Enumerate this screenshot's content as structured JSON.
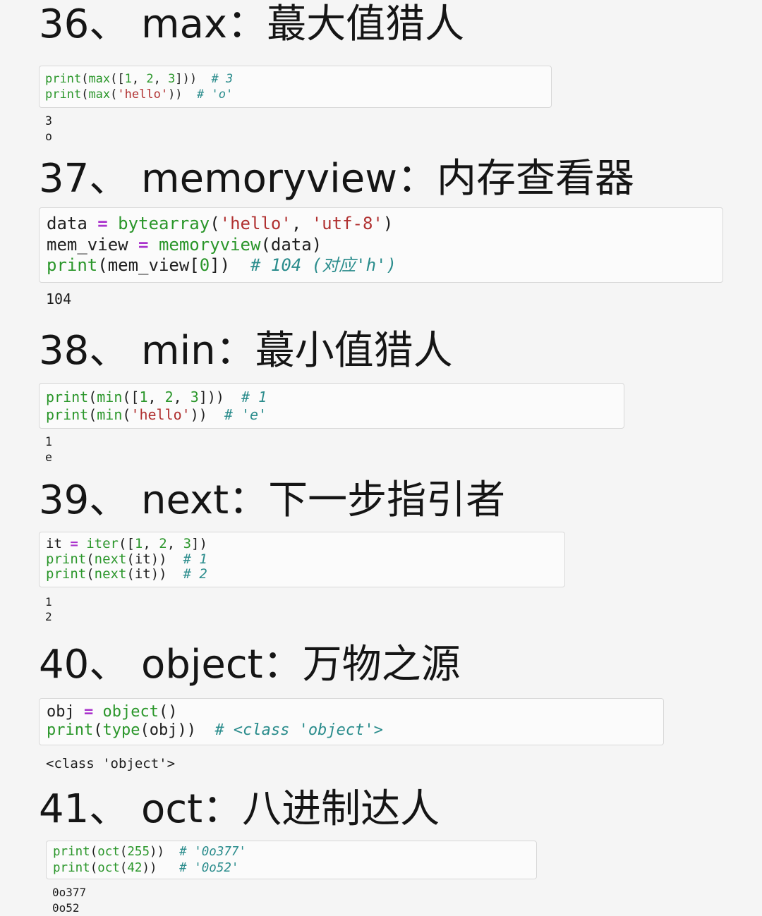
{
  "page": {
    "description": "Python built-in functions tutorial, items 36-41, Jupyter-style code cells with outputs"
  },
  "colors": {
    "heading": "#151515",
    "output": "#1b1b1b",
    "code_bg": "#fbfbfb",
    "code_border": "#d8d8d8",
    "fn": "#2a962a",
    "num": "#2a962a",
    "op": "#aa33cc",
    "str": "#b03030",
    "cm": "#2a8c8c",
    "pl": "#1f1f1f"
  },
  "sections": [
    {
      "number": "36",
      "function": "max",
      "heading": "36、 max：蕞大值猎人",
      "code": [
        [
          {
            "t": "print",
            "c": "fn"
          },
          {
            "t": "(",
            "c": "pl"
          },
          {
            "t": "max",
            "c": "fn"
          },
          {
            "t": "([",
            "c": "pl"
          },
          {
            "t": "1",
            "c": "num"
          },
          {
            "t": ", ",
            "c": "pl"
          },
          {
            "t": "2",
            "c": "num"
          },
          {
            "t": ", ",
            "c": "pl"
          },
          {
            "t": "3",
            "c": "num"
          },
          {
            "t": "]))",
            "c": "pl"
          },
          {
            "t": "  # 3",
            "c": "cm"
          }
        ],
        [
          {
            "t": "print",
            "c": "fn"
          },
          {
            "t": "(",
            "c": "pl"
          },
          {
            "t": "max",
            "c": "fn"
          },
          {
            "t": "(",
            "c": "pl"
          },
          {
            "t": "'hello'",
            "c": "str"
          },
          {
            "t": "))",
            "c": "pl"
          },
          {
            "t": "  # 'o'",
            "c": "cm"
          }
        ]
      ],
      "output": [
        "3",
        "o"
      ]
    },
    {
      "number": "37",
      "function": "memoryview",
      "heading": "37、 memoryview：内存查看器",
      "code": [
        [
          {
            "t": "data ",
            "c": "pl"
          },
          {
            "t": "=",
            "c": "op"
          },
          {
            "t": " ",
            "c": "pl"
          },
          {
            "t": "bytearray",
            "c": "fn"
          },
          {
            "t": "(",
            "c": "pl"
          },
          {
            "t": "'hello'",
            "c": "str"
          },
          {
            "t": ", ",
            "c": "pl"
          },
          {
            "t": "'utf-8'",
            "c": "str"
          },
          {
            "t": ")",
            "c": "pl"
          }
        ],
        [
          {
            "t": "mem_view ",
            "c": "pl"
          },
          {
            "t": "=",
            "c": "op"
          },
          {
            "t": " ",
            "c": "pl"
          },
          {
            "t": "memoryview",
            "c": "fn"
          },
          {
            "t": "(data)",
            "c": "pl"
          }
        ],
        [
          {
            "t": "print",
            "c": "fn"
          },
          {
            "t": "(mem_view[",
            "c": "pl"
          },
          {
            "t": "0",
            "c": "num"
          },
          {
            "t": "])",
            "c": "pl"
          },
          {
            "t": "  # 104 (对应'h')",
            "c": "cm"
          }
        ]
      ],
      "output": [
        "104"
      ]
    },
    {
      "number": "38",
      "function": "min",
      "heading": "38、 min：蕞小值猎人",
      "code": [
        [
          {
            "t": "print",
            "c": "fn"
          },
          {
            "t": "(",
            "c": "pl"
          },
          {
            "t": "min",
            "c": "fn"
          },
          {
            "t": "([",
            "c": "pl"
          },
          {
            "t": "1",
            "c": "num"
          },
          {
            "t": ", ",
            "c": "pl"
          },
          {
            "t": "2",
            "c": "num"
          },
          {
            "t": ", ",
            "c": "pl"
          },
          {
            "t": "3",
            "c": "num"
          },
          {
            "t": "]))",
            "c": "pl"
          },
          {
            "t": "  # 1",
            "c": "cm"
          }
        ],
        [
          {
            "t": "print",
            "c": "fn"
          },
          {
            "t": "(",
            "c": "pl"
          },
          {
            "t": "min",
            "c": "fn"
          },
          {
            "t": "(",
            "c": "pl"
          },
          {
            "t": "'hello'",
            "c": "str"
          },
          {
            "t": "))",
            "c": "pl"
          },
          {
            "t": "  # 'e'",
            "c": "cm"
          }
        ]
      ],
      "output": [
        "1",
        "e"
      ]
    },
    {
      "number": "39",
      "function": "next",
      "heading": "39、 next：下一步指引者",
      "code": [
        [
          {
            "t": "it ",
            "c": "pl"
          },
          {
            "t": "=",
            "c": "op"
          },
          {
            "t": " ",
            "c": "pl"
          },
          {
            "t": "iter",
            "c": "fn"
          },
          {
            "t": "([",
            "c": "pl"
          },
          {
            "t": "1",
            "c": "num"
          },
          {
            "t": ", ",
            "c": "pl"
          },
          {
            "t": "2",
            "c": "num"
          },
          {
            "t": ", ",
            "c": "pl"
          },
          {
            "t": "3",
            "c": "num"
          },
          {
            "t": "])",
            "c": "pl"
          }
        ],
        [
          {
            "t": "print",
            "c": "fn"
          },
          {
            "t": "(",
            "c": "pl"
          },
          {
            "t": "next",
            "c": "fn"
          },
          {
            "t": "(it))",
            "c": "pl"
          },
          {
            "t": "  # 1",
            "c": "cm"
          }
        ],
        [
          {
            "t": "print",
            "c": "fn"
          },
          {
            "t": "(",
            "c": "pl"
          },
          {
            "t": "next",
            "c": "fn"
          },
          {
            "t": "(it))",
            "c": "pl"
          },
          {
            "t": "  # 2",
            "c": "cm"
          }
        ]
      ],
      "output": [
        "1",
        "2"
      ]
    },
    {
      "number": "40",
      "function": "object",
      "heading": "40、 object：万物之源",
      "code": [
        [
          {
            "t": "obj ",
            "c": "pl"
          },
          {
            "t": "=",
            "c": "op"
          },
          {
            "t": " ",
            "c": "pl"
          },
          {
            "t": "object",
            "c": "fn"
          },
          {
            "t": "()",
            "c": "pl"
          }
        ],
        [
          {
            "t": "print",
            "c": "fn"
          },
          {
            "t": "(",
            "c": "pl"
          },
          {
            "t": "type",
            "c": "fn"
          },
          {
            "t": "(obj))",
            "c": "pl"
          },
          {
            "t": "  # <class 'object'>",
            "c": "cm"
          }
        ]
      ],
      "output": [
        "<class 'object'>"
      ]
    },
    {
      "number": "41",
      "function": "oct",
      "heading": "41、 oct：八进制达人",
      "code": [
        [
          {
            "t": "print",
            "c": "fn"
          },
          {
            "t": "(",
            "c": "pl"
          },
          {
            "t": "oct",
            "c": "fn"
          },
          {
            "t": "(",
            "c": "pl"
          },
          {
            "t": "255",
            "c": "num"
          },
          {
            "t": "))",
            "c": "pl"
          },
          {
            "t": "  # '0o377'",
            "c": "cm"
          }
        ],
        [
          {
            "t": "print",
            "c": "fn"
          },
          {
            "t": "(",
            "c": "pl"
          },
          {
            "t": "oct",
            "c": "fn"
          },
          {
            "t": "(",
            "c": "pl"
          },
          {
            "t": "42",
            "c": "num"
          },
          {
            "t": "))",
            "c": "pl"
          },
          {
            "t": "   # '0o52'",
            "c": "cm"
          }
        ]
      ],
      "output": [
        "0o377",
        "0o52"
      ]
    }
  ]
}
